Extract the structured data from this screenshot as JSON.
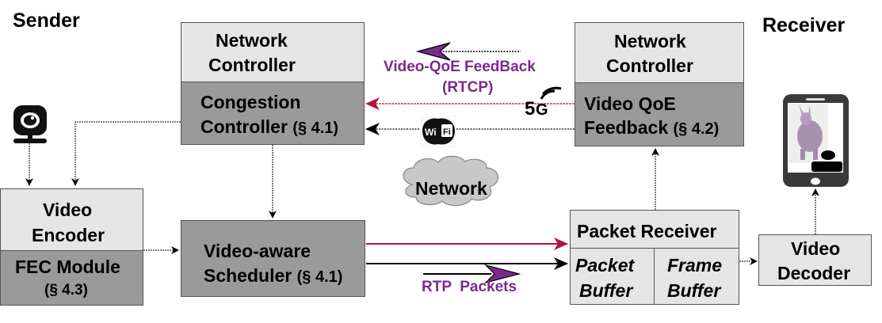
{
  "labels": {
    "sender": "Sender",
    "receiver": "Receiver"
  },
  "sender": {
    "network_controller": {
      "title_line1": "Network",
      "title_line2": "Controller",
      "module_line1": "Congestion",
      "module_line2": "Controller",
      "module_section": "(§ 4.1)"
    },
    "video_encoder": {
      "title_line1": "Video",
      "title_line2": "Encoder",
      "module_line1": "FEC Module",
      "module_section": "(§ 4.3)"
    },
    "scheduler": {
      "line1": "Video-aware",
      "line2": "Scheduler",
      "section": "(§ 4.1)"
    }
  },
  "receiver": {
    "network_controller": {
      "title_line1": "Network",
      "title_line2": "Controller",
      "module_line1": "Video QoE",
      "module_line2": "Feedback",
      "module_section": "(§ 4.2)"
    },
    "packet_receiver": {
      "title": "Packet Receiver",
      "packet_buffer_line1": "Packet",
      "packet_buffer_line2": "Buffer",
      "frame_buffer_line1": "Frame",
      "frame_buffer_line2": "Buffer"
    },
    "video_decoder": {
      "line1": "Video",
      "line2": "Decoder"
    }
  },
  "network": {
    "label": "Network"
  },
  "annotations": {
    "feedback_line1": "Video-QoE FeedBack",
    "feedback_line2": "(RTCP)",
    "rtp_packets": "RTP  Packets"
  },
  "icons": {
    "webcam": "webcam-icon",
    "five_g": "5G",
    "wifi_left": "Wi",
    "wifi_right": "Fi",
    "phone": "smartphone-icon"
  },
  "colors": {
    "light_box": "#e5e5e5",
    "dark_box": "#9a9a9a",
    "cellular_link": "#b0143c",
    "accent_purple": "#7b2a8c",
    "cloud": "#c8c8c8"
  }
}
